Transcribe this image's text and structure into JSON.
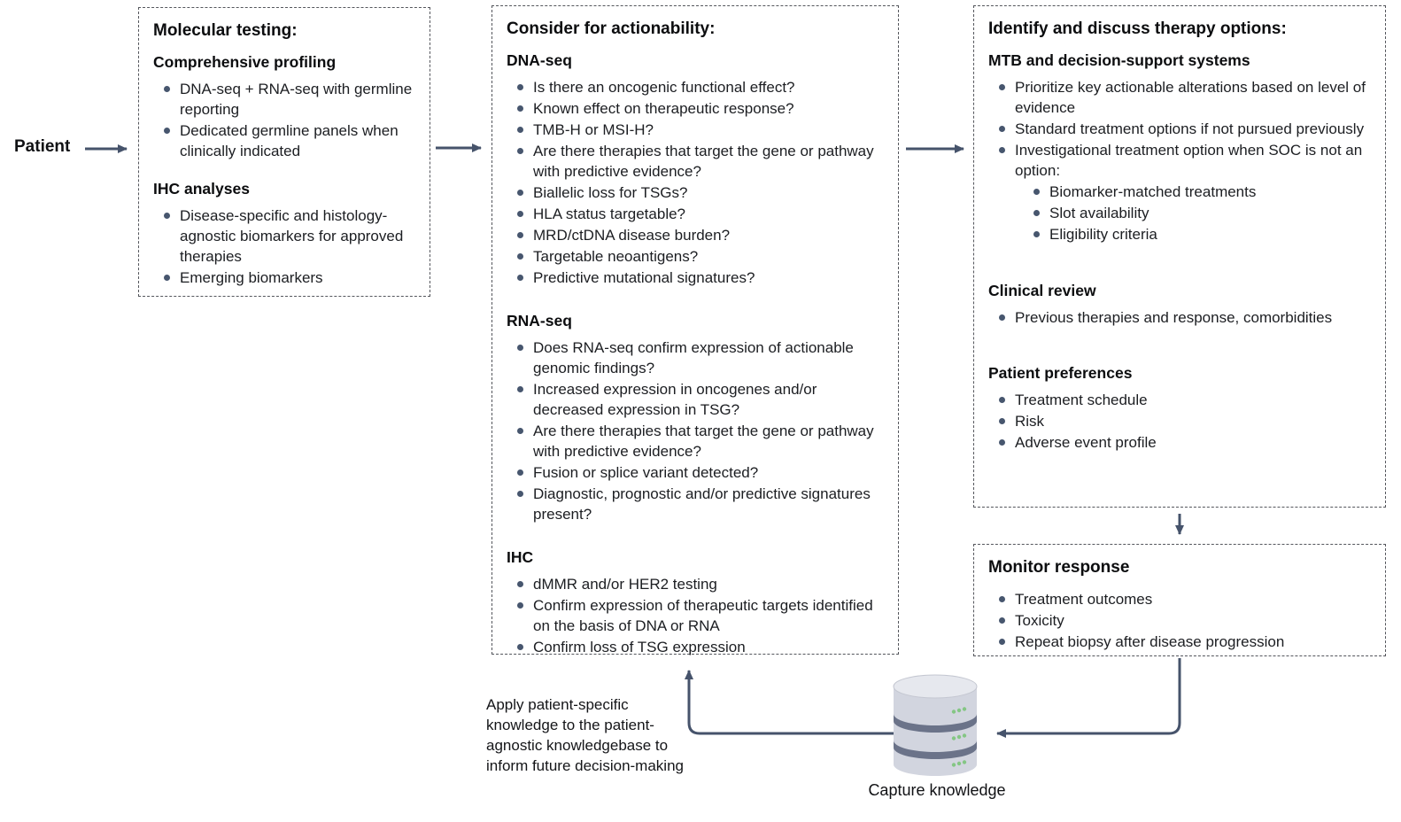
{
  "patient_label": "Patient",
  "feedback_note": "Apply patient-specific knowledge to the patient-agnostic knowledgebase to inform future decision-making",
  "capture_label": "Capture knowledge",
  "colors": {
    "arrow": "#46536b",
    "bullet": "#47566e",
    "border": "#54565c",
    "db_body": "#d2d5df",
    "db_top": "#e6e8ee",
    "db_band": "#6b7389",
    "db_dot": "#84c684"
  },
  "boxes": [
    {
      "id": "molecular-testing",
      "title": "Molecular testing:",
      "sections": [
        {
          "heading": "Comprehensive profiling",
          "bullets": [
            {
              "text": "DNA-seq + RNA-seq with germline reporting"
            },
            {
              "text": "Dedicated germline panels when clinically indicated"
            }
          ]
        },
        {
          "heading": "IHC analyses",
          "bullets": [
            {
              "text": "Disease-specific and histology-agnostic biomarkers for approved therapies"
            },
            {
              "text": "Emerging biomarkers"
            }
          ]
        }
      ]
    },
    {
      "id": "consider-actionability",
      "title": "Consider for actionability:",
      "sections": [
        {
          "heading": "DNA-seq",
          "bullets": [
            {
              "text": "Is there an oncogenic functional effect?"
            },
            {
              "text": "Known effect on therapeutic response?"
            },
            {
              "text": "TMB-H or MSI-H?"
            },
            {
              "text": "Are there therapies that target the gene or pathway with predictive evidence?"
            },
            {
              "text": "Biallelic loss for TSGs?"
            },
            {
              "text": "HLA status targetable?"
            },
            {
              "text": "MRD/ctDNA disease burden?"
            },
            {
              "text": "Targetable neoantigens?"
            },
            {
              "text": "Predictive mutational signatures?"
            }
          ]
        },
        {
          "heading": "RNA-seq",
          "bullets": [
            {
              "text": "Does RNA-seq confirm expression of actionable genomic findings?"
            },
            {
              "text": "Increased expression in oncogenes and/or decreased expression in TSG?"
            },
            {
              "text": "Are there therapies that target the gene or pathway with predictive evidence?"
            },
            {
              "text": "Fusion or splice variant detected?"
            },
            {
              "text": "Diagnostic, prognostic and/or predictive signatures present?"
            }
          ]
        },
        {
          "heading": "IHC",
          "bullets": [
            {
              "text": "dMMR and/or HER2 testing"
            },
            {
              "text": "Confirm expression of therapeutic targets identified on the basis of DNA or RNA"
            },
            {
              "text": "Confirm loss of TSG expression"
            }
          ]
        }
      ]
    },
    {
      "id": "therapy-options",
      "title": "Identify and discuss therapy options:",
      "sections": [
        {
          "heading": "MTB and decision-support systems",
          "bullets": [
            {
              "text": "Prioritize key actionable alterations based on level of evidence"
            },
            {
              "text": "Standard treatment options if not pursued previously"
            },
            {
              "text": "Investigational treatment option when SOC is not an option:",
              "sub": [
                "Biomarker-matched treatments",
                "Slot availability",
                "Eligibility criteria"
              ]
            }
          ]
        },
        {
          "heading": "Clinical review",
          "bullets": [
            {
              "text": "Previous therapies and response, comorbidities"
            }
          ]
        },
        {
          "heading": "Patient preferences",
          "bullets": [
            {
              "text": "Treatment schedule"
            },
            {
              "text": "Risk"
            },
            {
              "text": "Adverse event profile"
            }
          ]
        }
      ]
    },
    {
      "id": "monitor-response",
      "title": "Monitor response",
      "sections": [
        {
          "heading": null,
          "bullets": [
            {
              "text": "Treatment outcomes"
            },
            {
              "text": "Toxicity"
            },
            {
              "text": "Repeat biopsy after disease progression"
            }
          ]
        }
      ]
    }
  ]
}
